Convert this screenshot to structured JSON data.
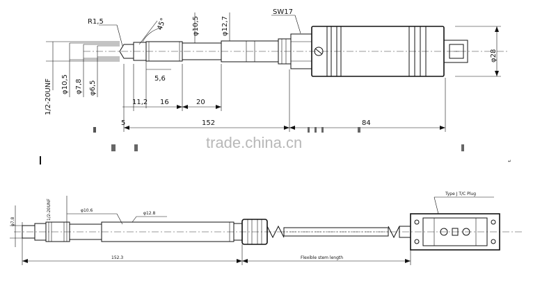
{
  "top_view": {
    "labels": {
      "r15": "R1,5",
      "angle": "45°",
      "d105": "φ10,5",
      "d127": "φ12,7",
      "sw17": "SW17",
      "thread": "1/2-20UNF",
      "d105_left": "φ10,5",
      "d78": "φ7,8",
      "d65": "φ6,5",
      "d56": "5,6",
      "d28": "φ28"
    },
    "dims": {
      "l112": "11,2",
      "l16": "16",
      "l20": "20",
      "l5": "5",
      "l152": "152",
      "l84": "84"
    }
  },
  "watermark": "trade.china.cn",
  "bottom_view": {
    "labels": {
      "d78": "φ7.8",
      "thread": "1/2-20UNF",
      "d106": "φ10.6",
      "d128": "φ12.8",
      "plug": "Type J T/C Plug"
    },
    "dims": {
      "l1523": "152.3",
      "flex": "Flexible stem length"
    }
  }
}
